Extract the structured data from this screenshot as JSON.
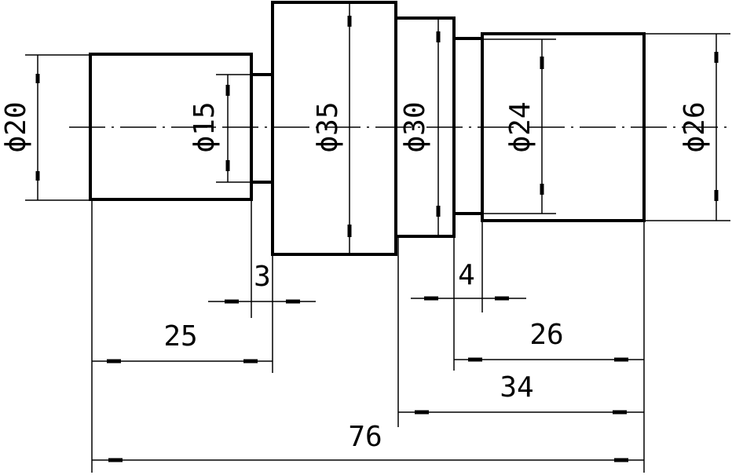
{
  "labels": {
    "dia_20": "ϕ20",
    "dia_15": "ϕ15",
    "dia_35": "ϕ35",
    "dia_30": "ϕ30",
    "dia_24": "ϕ24",
    "dia_26": "ϕ26",
    "len_3": "3",
    "len_4": "4",
    "len_25": "25",
    "len_26": "26",
    "len_34": "34",
    "len_76": "76"
  }
}
